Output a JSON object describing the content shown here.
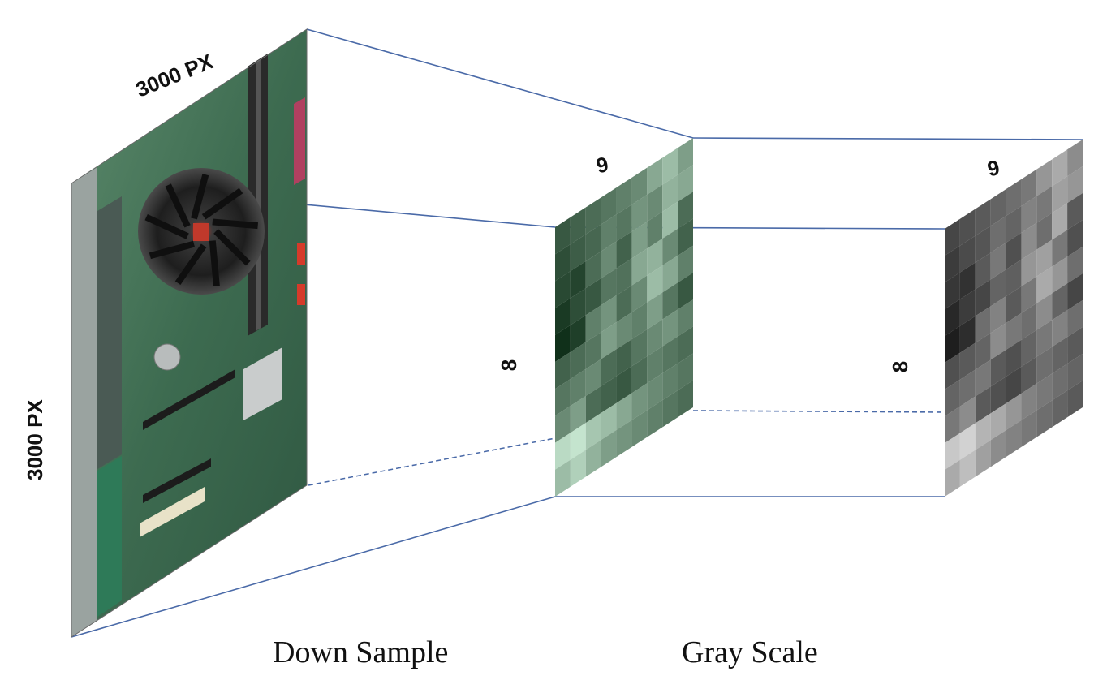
{
  "labels": {
    "original_width": "3000 PX",
    "original_height": "3000 PX",
    "down_width": "9",
    "down_height": "8",
    "gray_width": "9",
    "gray_height": "8",
    "step1": "Down Sample",
    "step2": "Gray Scale"
  },
  "images": {
    "original": "motherboard-photo",
    "downsampled": "color-9x8-grid",
    "grayscale": "gray-9x8-grid"
  },
  "colors": {
    "connector": "#4a6aa8",
    "board_green": "#3f6e52"
  }
}
